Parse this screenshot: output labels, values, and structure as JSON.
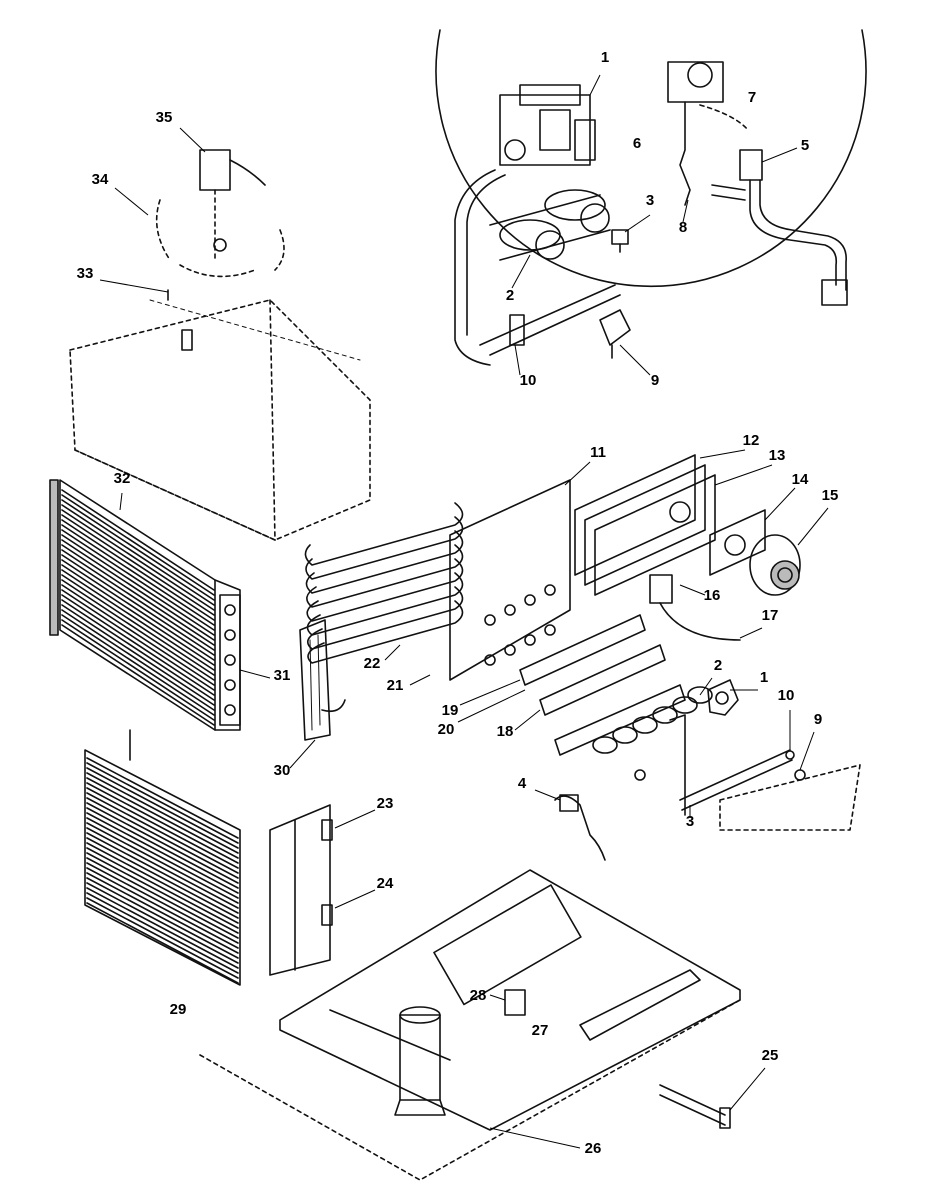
{
  "diagram": {
    "callouts": [
      {
        "id": "c1a",
        "text": "1"
      },
      {
        "id": "c2a",
        "text": "2"
      },
      {
        "id": "c3a",
        "text": "3"
      },
      {
        "id": "c5",
        "text": "5"
      },
      {
        "id": "c6",
        "text": "6"
      },
      {
        "id": "c7",
        "text": "7"
      },
      {
        "id": "c8",
        "text": "8"
      },
      {
        "id": "c9a",
        "text": "9"
      },
      {
        "id": "c10a",
        "text": "10"
      },
      {
        "id": "c11",
        "text": "11"
      },
      {
        "id": "c12",
        "text": "12"
      },
      {
        "id": "c13",
        "text": "13"
      },
      {
        "id": "c14",
        "text": "14"
      },
      {
        "id": "c15",
        "text": "15"
      },
      {
        "id": "c16",
        "text": "16"
      },
      {
        "id": "c17",
        "text": "17"
      },
      {
        "id": "c18",
        "text": "18"
      },
      {
        "id": "c19",
        "text": "19"
      },
      {
        "id": "c20",
        "text": "20"
      },
      {
        "id": "c21",
        "text": "21"
      },
      {
        "id": "c22",
        "text": "22"
      },
      {
        "id": "c23",
        "text": "23"
      },
      {
        "id": "c24",
        "text": "24"
      },
      {
        "id": "c25",
        "text": "25"
      },
      {
        "id": "c26",
        "text": "26"
      },
      {
        "id": "c27",
        "text": "27"
      },
      {
        "id": "c28",
        "text": "28"
      },
      {
        "id": "c29",
        "text": "29"
      },
      {
        "id": "c30",
        "text": "30"
      },
      {
        "id": "c31",
        "text": "31"
      },
      {
        "id": "c32",
        "text": "32"
      },
      {
        "id": "c33",
        "text": "33"
      },
      {
        "id": "c34",
        "text": "34"
      },
      {
        "id": "c35",
        "text": "35"
      },
      {
        "id": "c1b",
        "text": "1"
      },
      {
        "id": "c2b",
        "text": "2"
      },
      {
        "id": "c3b",
        "text": "3"
      },
      {
        "id": "c4",
        "text": "4"
      },
      {
        "id": "c9b",
        "text": "9"
      },
      {
        "id": "c10b",
        "text": "10"
      }
    ]
  }
}
